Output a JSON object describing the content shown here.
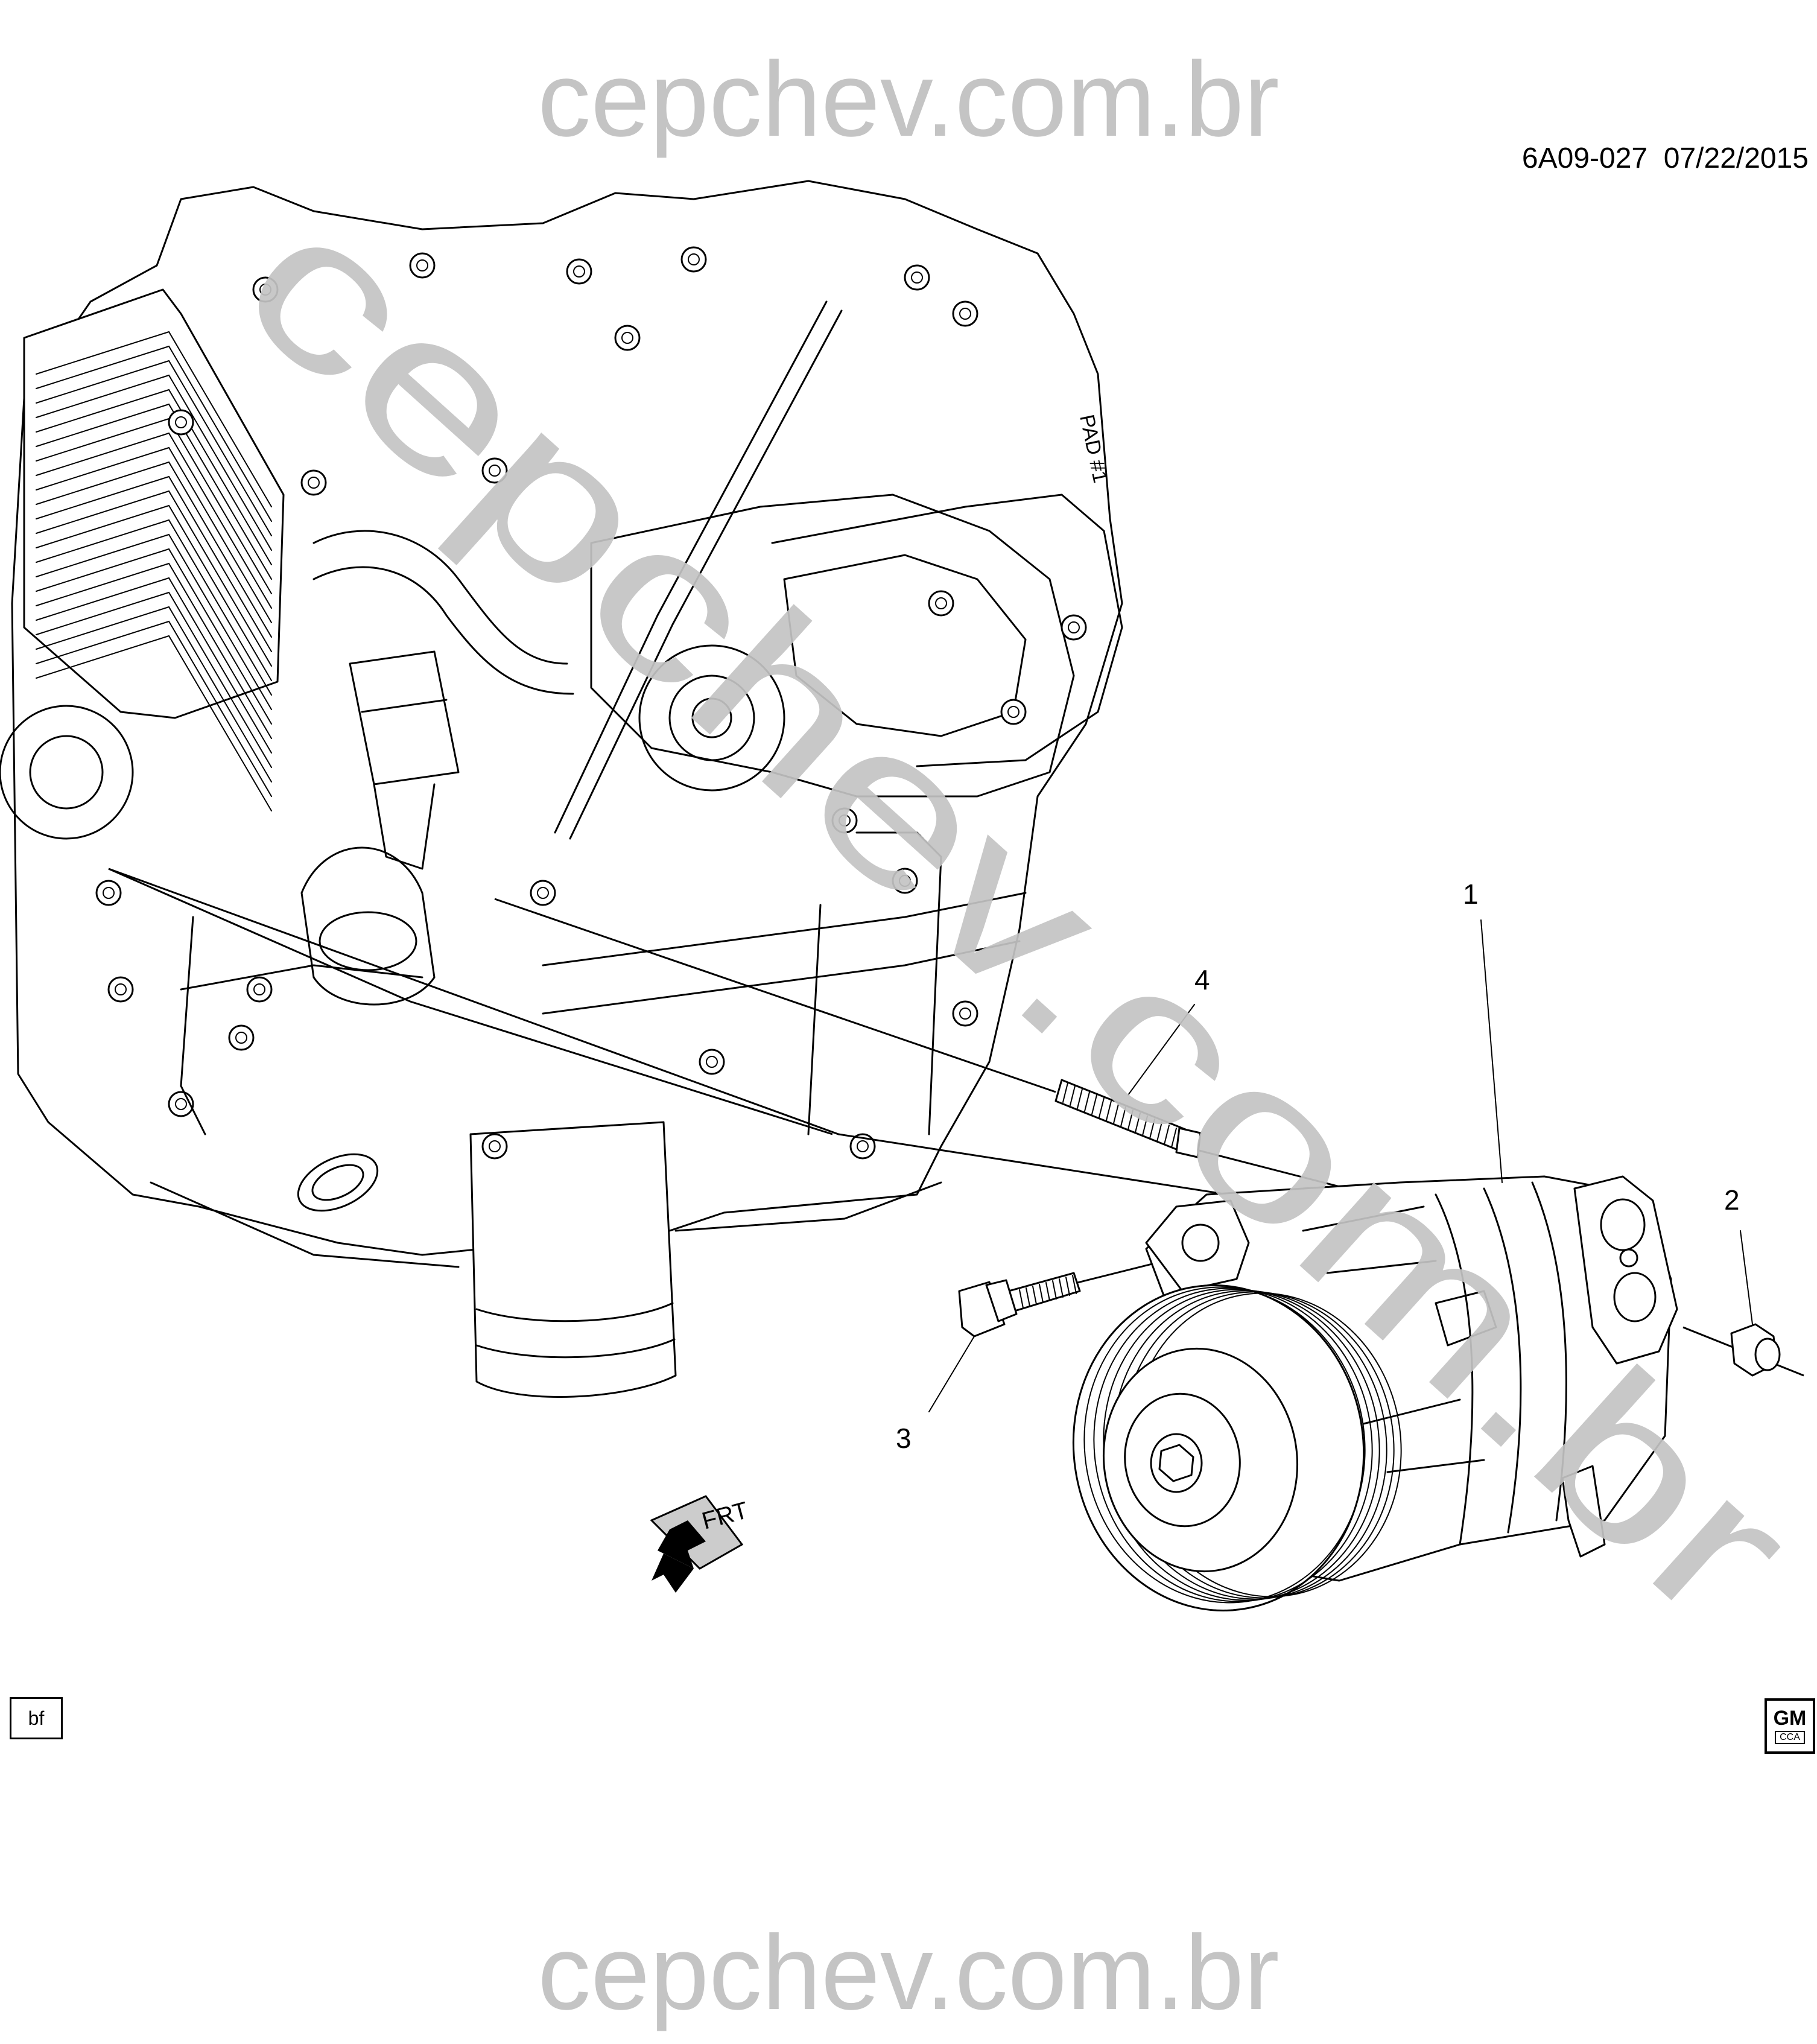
{
  "watermark": {
    "top": "cepchev.com.br",
    "bottom": "cepchev.com.br",
    "diagonal": "cepchev.com.br",
    "color": "#c4c4c4"
  },
  "diagram_id": "6A09-027  07/22/2015",
  "callouts": [
    "1",
    "2",
    "3",
    "4"
  ],
  "direction_label": "FRT",
  "corner_badge": "bf",
  "logo": {
    "top": "GM",
    "bottom": "CCA"
  }
}
